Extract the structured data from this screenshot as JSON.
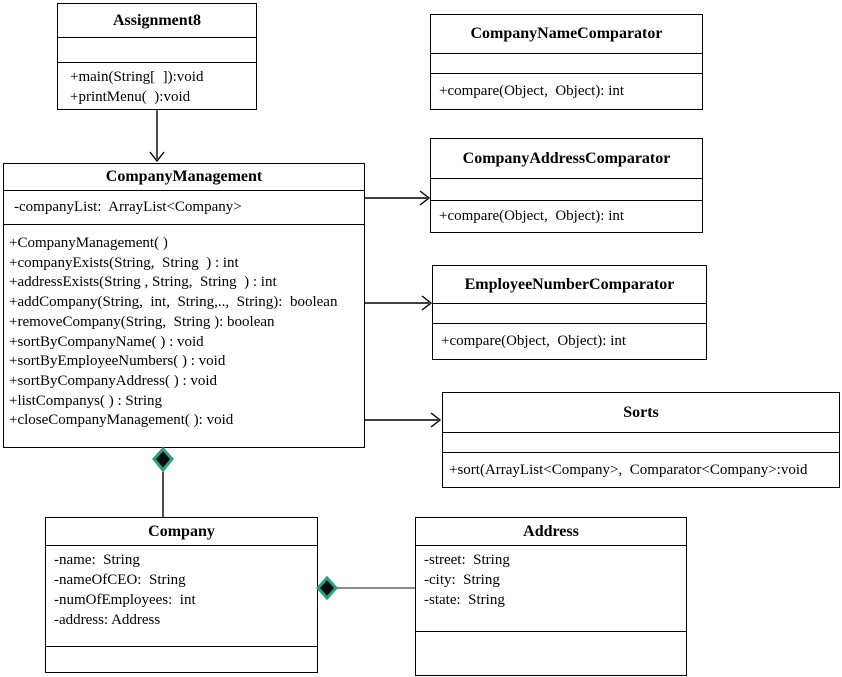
{
  "diagram": {
    "type": "uml-class-diagram",
    "classes": [
      {
        "name": "Assignment8",
        "attributes": [],
        "methods": [
          "+main(String[  ]):void",
          "+printMenu(  ):void"
        ]
      },
      {
        "name": "CompanyManagement",
        "attributes": [
          "-companyList:  ArrayList<Company>"
        ],
        "methods": [
          "+CompanyManagement( )",
          "+companyExists(String,  String  ) : int",
          "+addressExists(String , String,  String  ) : int",
          "+addCompany(String,  int,  String,..,  String):  boolean",
          "+removeCompany(String,  String ): boolean",
          "+sortByCompanyName( ) : void",
          "+sortByEmployeeNumbers( ) : void",
          "+sortByCompanyAddress( ) : void",
          "+listCompanys( ) : String",
          "+closeCompanyManagement( ): void"
        ]
      },
      {
        "name": "CompanyNameComparator",
        "attributes": [],
        "methods": [
          "+compare(Object,  Object): int"
        ]
      },
      {
        "name": "CompanyAddressComparator",
        "attributes": [],
        "methods": [
          "+compare(Object,  Object): int"
        ]
      },
      {
        "name": "EmployeeNumberComparator",
        "attributes": [],
        "methods": [
          "+compare(Object,  Object): int"
        ]
      },
      {
        "name": "Sorts",
        "attributes": [],
        "methods": [
          "+sort(ArrayList<Company>,  Comparator<Company>:void"
        ]
      },
      {
        "name": "Company",
        "attributes": [
          "-name:  String",
          "-nameOfCEO:  String",
          "-numOfEmployees:  int",
          "-address: Address"
        ],
        "methods": []
      },
      {
        "name": "Address",
        "attributes": [
          "-street:  String",
          "-city:  String",
          "-state:  String"
        ],
        "methods": []
      }
    ],
    "relationships": [
      {
        "from": "Assignment8",
        "to": "CompanyManagement",
        "type": "dependency-arrow"
      },
      {
        "from": "CompanyManagement",
        "to": "CompanyAddressComparator",
        "type": "dependency-arrow"
      },
      {
        "from": "CompanyManagement",
        "to": "EmployeeNumberComparator",
        "type": "dependency-arrow"
      },
      {
        "from": "CompanyManagement",
        "to": "Sorts",
        "type": "dependency-arrow"
      },
      {
        "from": "CompanyManagement",
        "to": "Company",
        "type": "composition"
      },
      {
        "from": "Company",
        "to": "Address",
        "type": "composition"
      }
    ],
    "colors": {
      "background": "#ffffff",
      "line": "#000000",
      "diamond_fill": "#0d0d0d",
      "diamond_border": "#2aa183",
      "connector_gray": "#8d8d8d"
    }
  }
}
